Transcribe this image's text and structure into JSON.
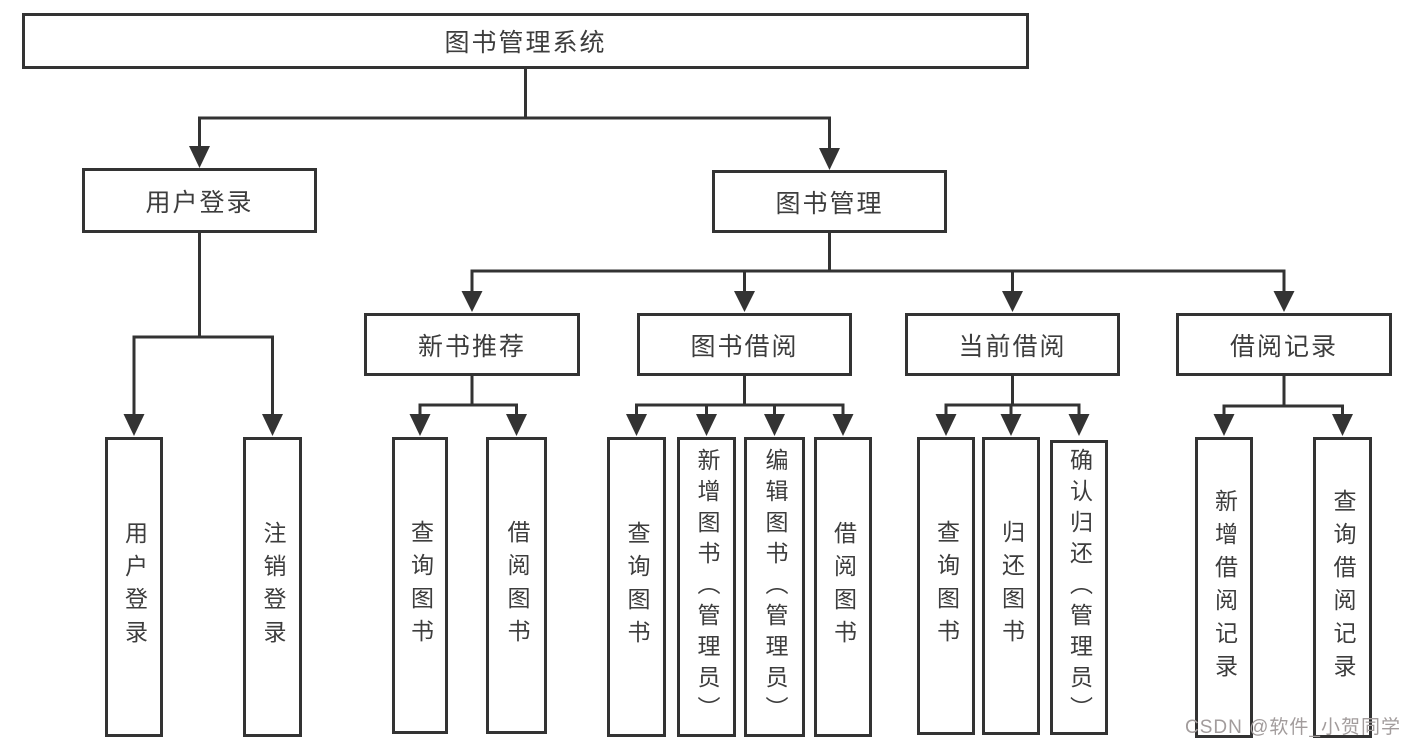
{
  "tree": {
    "root": {
      "label": "图书管理系统",
      "children": [
        {
          "label": "用户登录",
          "children": [
            {
              "label": "用户登录"
            },
            {
              "label": "注销登录"
            }
          ]
        },
        {
          "label": "图书管理",
          "children": [
            {
              "label": "新书推荐",
              "children": [
                {
                  "label": "查询图书"
                },
                {
                  "label": "借阅图书"
                }
              ]
            },
            {
              "label": "图书借阅",
              "children": [
                {
                  "label": "查询图书"
                },
                {
                  "label": "新增图书（管理员）"
                },
                {
                  "label": "编辑图书（管理员）"
                },
                {
                  "label": "借阅图书"
                }
              ]
            },
            {
              "label": "当前借阅",
              "children": [
                {
                  "label": "查询图书"
                },
                {
                  "label": "归还图书"
                },
                {
                  "label": "确认归还（管理员）"
                }
              ]
            },
            {
              "label": "借阅记录",
              "children": [
                {
                  "label": "新增借阅记录"
                },
                {
                  "label": "查询借阅记录"
                }
              ]
            }
          ]
        }
      ]
    }
  },
  "watermark": {
    "text": "CSDN @软件_小贺同学"
  },
  "colors": {
    "line": "#333333",
    "border": "#333333",
    "text": "#3d3d3d",
    "watermark": "#a29c9c",
    "background": "#ffffff"
  }
}
